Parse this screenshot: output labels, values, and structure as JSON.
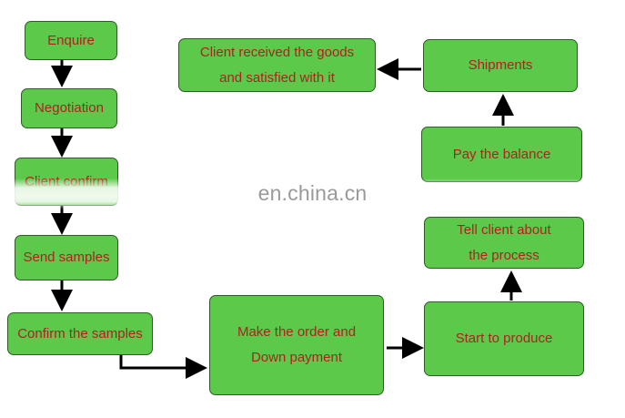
{
  "watermark": "en.china.cn",
  "colors": {
    "box_fill": "#5cc94a",
    "box_border": "#2e5a26",
    "text": "#b31f1f",
    "arrow": "#000000"
  },
  "steps": [
    {
      "id": "enquire",
      "lines": [
        "Enquire"
      ]
    },
    {
      "id": "negotiation",
      "lines": [
        "Negotiation"
      ]
    },
    {
      "id": "client-confirm",
      "lines": [
        "Client confirm"
      ]
    },
    {
      "id": "send-samples",
      "lines": [
        "Send samples"
      ]
    },
    {
      "id": "confirm-samples",
      "lines": [
        "Confirm the samples"
      ]
    },
    {
      "id": "order-down-payment",
      "lines": [
        "Make the order and",
        "Down payment"
      ]
    },
    {
      "id": "start-produce",
      "lines": [
        "Start to produce"
      ]
    },
    {
      "id": "tell-client",
      "lines": [
        "Tell client about",
        "the process"
      ]
    },
    {
      "id": "pay-balance",
      "lines": [
        "Pay the balance"
      ]
    },
    {
      "id": "shipments",
      "lines": [
        "Shipments"
      ]
    },
    {
      "id": "client-received",
      "lines": [
        "Client received the goods",
        "and satisfied with it"
      ]
    }
  ]
}
